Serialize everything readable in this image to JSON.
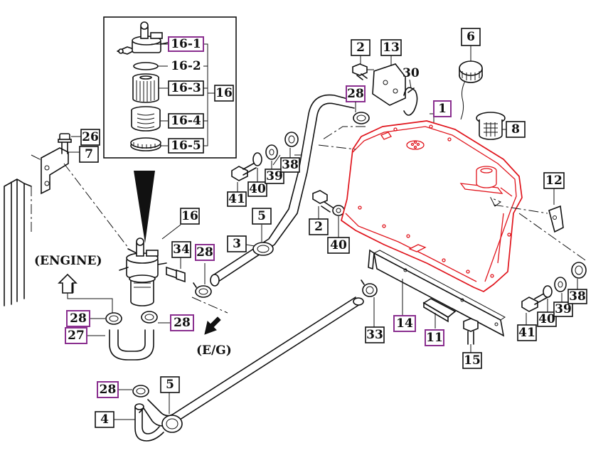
{
  "callouts": {
    "c16_1": "16-1",
    "c16_2": "16-2",
    "c16_3": "16-3",
    "c16_4": "16-4",
    "c16_5": "16-5",
    "c16_group": "16",
    "c16": "16",
    "c26": "26",
    "c7": "7",
    "c2_top": "2",
    "c13": "13",
    "c30": "30",
    "c28_top": "28",
    "c6": "6",
    "c1": "1",
    "c8": "8",
    "c12": "12",
    "c38_a": "38",
    "c39_a": "39",
    "c40_a": "40",
    "c41_a": "41",
    "c5_mid": "5",
    "c2_mid": "2",
    "c40_mid": "40",
    "c3": "3",
    "c34": "34",
    "c28_mid": "28",
    "c28_left": "28",
    "c28_right": "28",
    "c27": "27",
    "c14": "14",
    "c33": "33",
    "c11": "11",
    "c15": "15",
    "c38_b": "38",
    "c39_b": "39",
    "c40_b": "40",
    "c41_b": "41",
    "c28_bottom": "28",
    "c5_bottom": "5",
    "c4": "4"
  },
  "labels": {
    "engine": "(ENGINE)",
    "eg": "(E/G)"
  },
  "colors": {
    "highlight_tank": "#e0141c",
    "highlight_box": "#8a2f8f",
    "ink": "#111111"
  }
}
